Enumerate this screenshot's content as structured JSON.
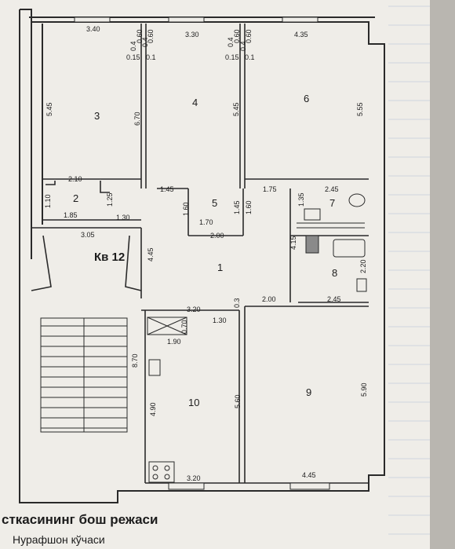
{
  "plan": {
    "apartment_label": "Кв 12",
    "rooms": {
      "r1": "1",
      "r2": "2",
      "r3": "3",
      "r4": "4",
      "r5": "5",
      "r6": "6",
      "r7": "7",
      "r8": "8",
      "r9": "9",
      "r10": "10"
    },
    "dims": {
      "d_340": "3.40",
      "d_330": "3.30",
      "d_435": "4.35",
      "d_04a": "0.4",
      "d_060a": "0.60",
      "d_04b": "0.4",
      "d_060b": "0.60",
      "d_04c": "0.4",
      "d_060c": "0.60",
      "d_04d": "0.4",
      "d_060d": "0.60",
      "d_015a": "0.15",
      "d_01a": "0.1",
      "d_015b": "0.15",
      "d_01b": "0.1",
      "d_545a": "5.45",
      "d_670": "6.70",
      "d_545b": "5.45",
      "d_555": "5.55",
      "d_210": "2.10",
      "d_110": "1.10",
      "d_125": "1.25",
      "d_185": "1.85",
      "d_130a": "1.30",
      "d_145a": "1.45",
      "d_160a": "1.60",
      "d_145b": "1.45",
      "d_160b": "1.60",
      "d_170": "1.70",
      "d_200a": "2.00",
      "d_175": "1.75",
      "d_245a": "2.45",
      "d_135": "1.35",
      "d_415": "4.15",
      "d_220": "2.20",
      "d_305": "3.05",
      "d_445": "4.45",
      "d_320a": "3.20",
      "d_070": "0.70",
      "d_130b": "1.30",
      "d_03": "0.3",
      "d_200b": "2.00",
      "d_245b": "2.45",
      "d_190": "1.90",
      "d_870": "8.70",
      "d_490": "4.90",
      "d_560": "5.60",
      "d_590": "5.90",
      "d_320b": "3.20",
      "d_445b": "4.45"
    },
    "caption_line1": "сткасининг бош режаси",
    "caption_line2": "Нурафшон кўчаси"
  },
  "colors": {
    "paper": "#efede8",
    "ink": "#2a2a2a",
    "grid": "#c7cfdb"
  }
}
